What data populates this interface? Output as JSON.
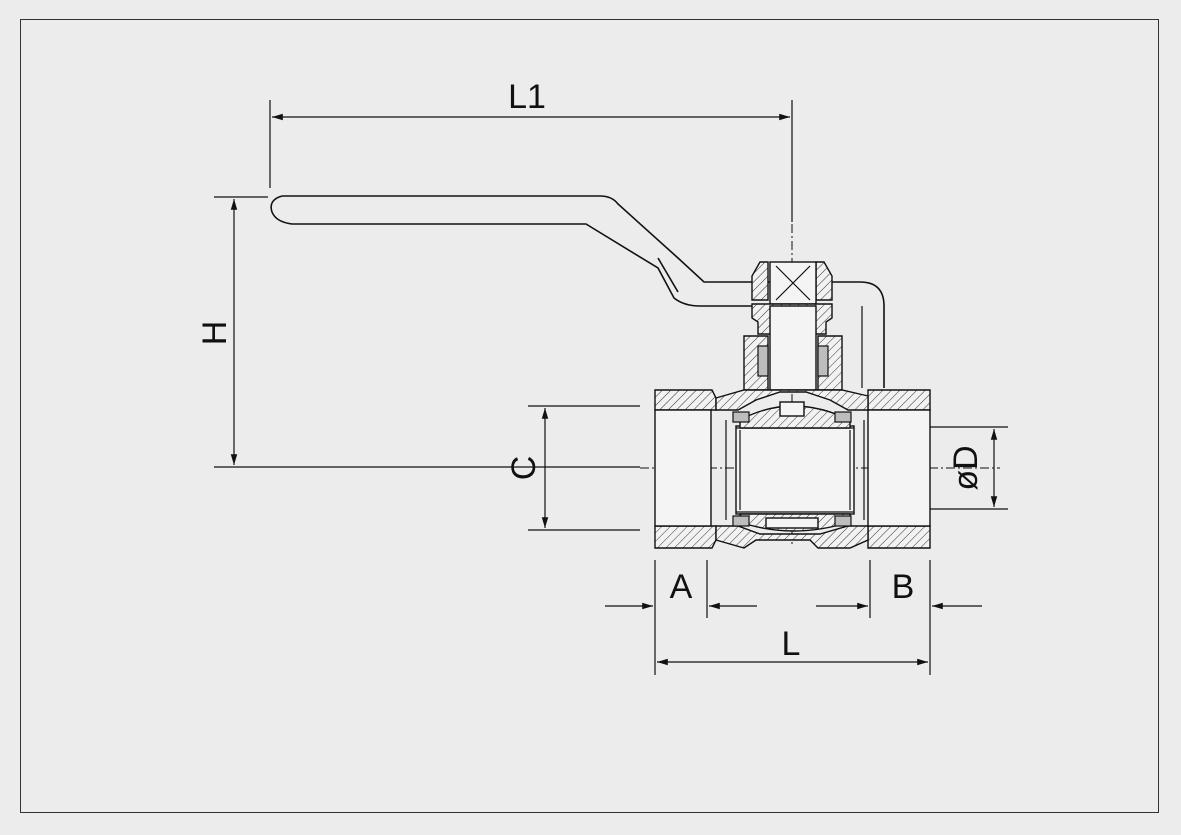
{
  "labels": {
    "L1": "L1",
    "H": "H",
    "C": "C",
    "D": "øD",
    "A": "A",
    "B": "B",
    "L": "L"
  }
}
